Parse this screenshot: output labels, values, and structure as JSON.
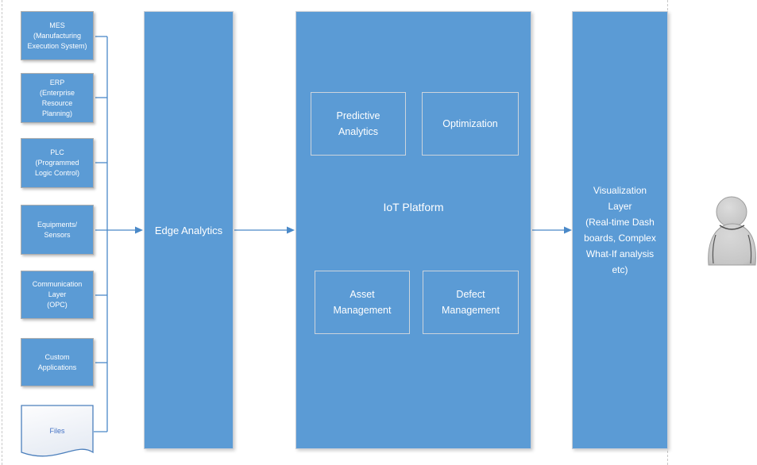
{
  "colors": {
    "box_fill": "#5b9bd5",
    "connector": "#4a89c8",
    "small_box_border": "#adadad",
    "big_box_border": "#c9ced6",
    "inner_box_border": "#ccd4dc",
    "files_border": "#4b7fbc",
    "files_text": "#4472c4",
    "guide": "#c8c8c8",
    "text": "#ffffff"
  },
  "diagram": {
    "source_boxes": [
      {
        "text": "MES\n(Manufacturing\nExecution System)"
      },
      {
        "text": "ERP\n(Enterprise\nResource\nPlanning)"
      },
      {
        "text": "PLC\n(Programmed\nLogic Control)"
      },
      {
        "text": "Equipments/\nSensors"
      },
      {
        "text": "Communication\nLayer\n(OPC)"
      },
      {
        "text": "Custom\nApplications"
      }
    ],
    "files_shape": {
      "label": "Files"
    },
    "edge_analytics": {
      "label": "Edge Analytics"
    },
    "iot_platform": {
      "label": "IoT Platform",
      "modules": [
        {
          "text": "Predictive\nAnalytics"
        },
        {
          "text": "Optimization"
        },
        {
          "text": "Asset\nManagement"
        },
        {
          "text": "Defect\nManagement"
        }
      ]
    },
    "visualization_layer": {
      "text": "Visualization\nLayer\n(Real-time Dash\nboards, Complex\nWhat-If analysis\netc)"
    }
  }
}
